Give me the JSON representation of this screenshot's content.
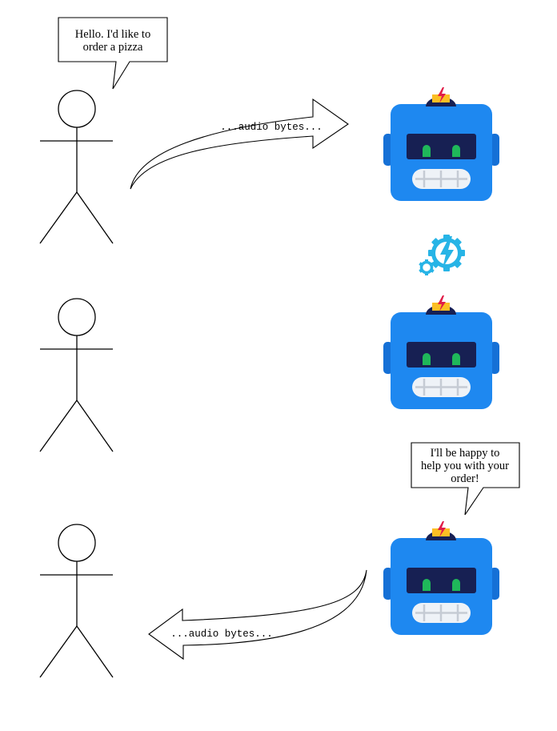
{
  "colors": {
    "robot_body": "#1e88f0",
    "robot_side": "#1570d6",
    "robot_visor": "#172053",
    "robot_eyes": "#1fb85a",
    "robot_mouth": "#eef2f7",
    "robot_teeth": "#c5cbd4",
    "antenna_base": "#172053",
    "bolt_bg": "#fbbf24",
    "bolt": "#e11d48",
    "gear": "#27b4e6"
  },
  "icons": {
    "user": "stick-figure-icon",
    "robot": "robot-icon",
    "processing": "gear-bolt-icon"
  },
  "user_speech": {
    "line1": "Hello. I'd like to",
    "line2": "order a pizza"
  },
  "robot_speech": {
    "line1": "I'll be happy to",
    "line2": "help you with your",
    "line3": "order!"
  },
  "arrows": {
    "to_robot_label": "...audio bytes...",
    "to_user_label": "...audio bytes..."
  }
}
